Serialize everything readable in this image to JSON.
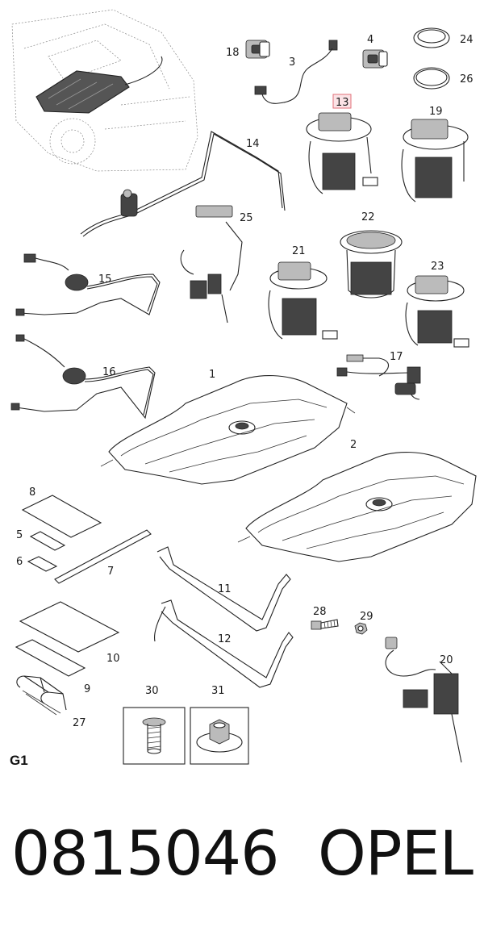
{
  "diagram": {
    "group_label": "G1",
    "highlight_color": "#e0707a",
    "callouts": [
      {
        "id": "1",
        "text": "1"
      },
      {
        "id": "2",
        "text": "2"
      },
      {
        "id": "3",
        "text": "3"
      },
      {
        "id": "4",
        "text": "4"
      },
      {
        "id": "5",
        "text": "5"
      },
      {
        "id": "6",
        "text": "6"
      },
      {
        "id": "7",
        "text": "7"
      },
      {
        "id": "8",
        "text": "8"
      },
      {
        "id": "9",
        "text": "9"
      },
      {
        "id": "10",
        "text": "10"
      },
      {
        "id": "11",
        "text": "11"
      },
      {
        "id": "12",
        "text": "12"
      },
      {
        "id": "13",
        "text": "13"
      },
      {
        "id": "14",
        "text": "14"
      },
      {
        "id": "15",
        "text": "15"
      },
      {
        "id": "16",
        "text": "16"
      },
      {
        "id": "17",
        "text": "17"
      },
      {
        "id": "18",
        "text": "18"
      },
      {
        "id": "19",
        "text": "19"
      },
      {
        "id": "20",
        "text": "20"
      },
      {
        "id": "21",
        "text": "21"
      },
      {
        "id": "22",
        "text": "22"
      },
      {
        "id": "23",
        "text": "23"
      },
      {
        "id": "24",
        "text": "24"
      },
      {
        "id": "25",
        "text": "25"
      },
      {
        "id": "26",
        "text": "26"
      },
      {
        "id": "27",
        "text": "27"
      },
      {
        "id": "28",
        "text": "28"
      },
      {
        "id": "29",
        "text": "29"
      },
      {
        "id": "30",
        "text": "30"
      },
      {
        "id": "31",
        "text": "31"
      }
    ]
  },
  "footer": {
    "part_number": "0815046",
    "brand": "OPEL"
  }
}
